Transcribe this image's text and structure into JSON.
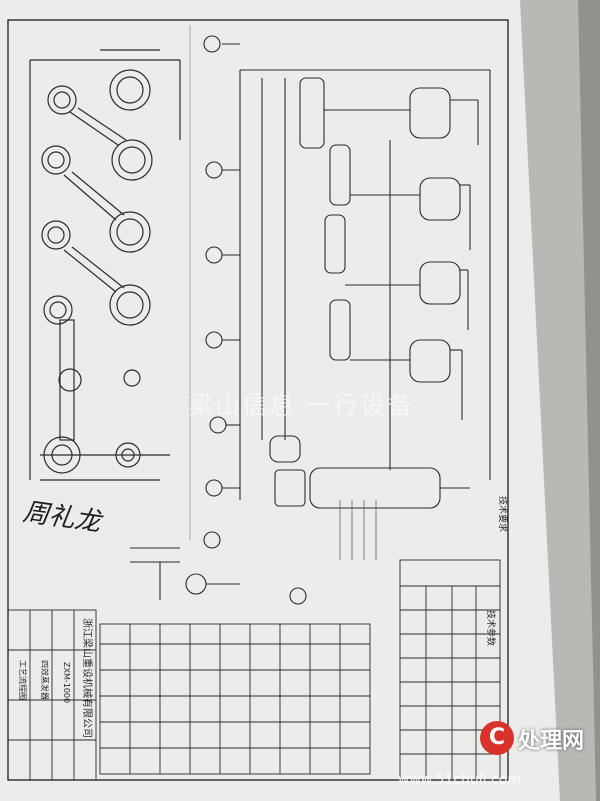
{
  "title_block": {
    "company": "浙江梁山重设机械有限公司",
    "drawing_no": "ZXM-1000",
    "drawing_name_1": "四效蒸发器",
    "drawing_name_2": "工艺流程图"
  },
  "sheet_labels": {
    "tech_table_title": "技术参数",
    "notes_title": "技术要求"
  },
  "signature": "周礼龙",
  "watermark": "梁山信息 一行设备",
  "brand": {
    "logo_letter": "C",
    "name": "处理网",
    "url": "www.51chuli.com"
  },
  "colors": {
    "paper": "#ebebe9",
    "ink": "#2b2b2b",
    "brand_red": "#d8322a"
  }
}
